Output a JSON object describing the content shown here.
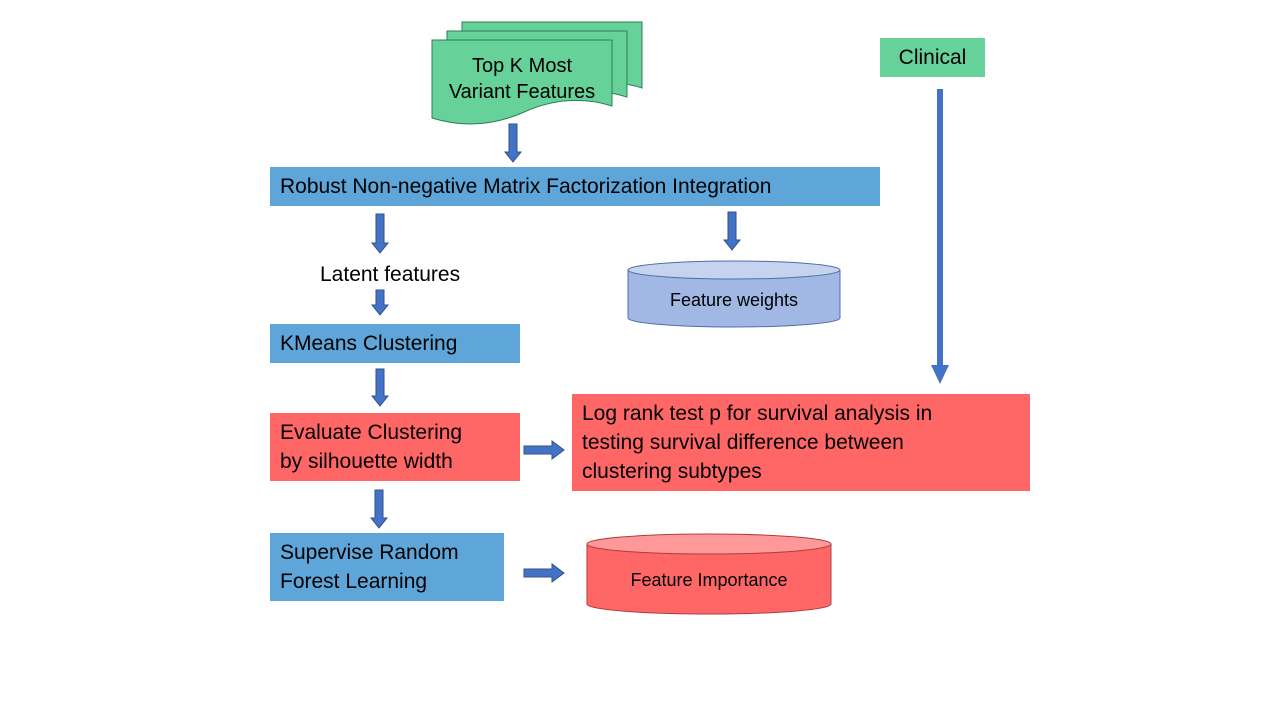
{
  "nodes": {
    "top_k": {
      "line1": "Top K Most",
      "line2": "Variant  Features"
    },
    "clinical": "Clinical",
    "rnmf": "Robust Non-negative  Matrix  Factorization  Integration",
    "latent": "Latent features",
    "feature_weights": "Feature weights",
    "kmeans": "KMeans Clustering",
    "evaluate": {
      "line1": "Evaluate Clustering",
      "line2": "by silhouette width"
    },
    "logrank": {
      "line1": "Log rank test p for survival analysis in",
      "line2": "testing survival difference between",
      "line3": "clustering subtypes"
    },
    "rf": {
      "line1": "Supervise Random",
      "line2": "Forest Learning"
    },
    "feature_importance": "Feature Importance"
  },
  "colors": {
    "blue_box": "#5ea6d9",
    "red_box": "#ff6666",
    "green_box": "#66d199",
    "arrow": "#4472c4",
    "cyl_blue": "#a0b8e3",
    "cyl_red": "#ff6666"
  }
}
